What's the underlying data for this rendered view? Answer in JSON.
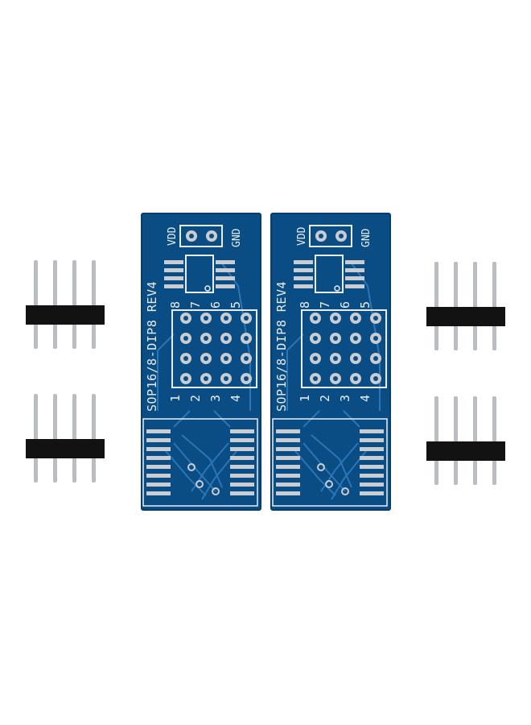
{
  "colors": {
    "background": "#ffffff",
    "pcb": "#0a4c84",
    "pcb_edge": "#083e6d",
    "trace": "#2a76b6",
    "silk": "#e9eef3",
    "pad": "#c9ccd0",
    "pin_metal": "#b9bcc0",
    "header_plastic": "#121212"
  },
  "boards": [
    {
      "label": "SOP16/8-DIP8 REV4",
      "vdd": "VDD",
      "gnd": "GND",
      "top_pins": [
        "8",
        "7",
        "6",
        "5"
      ],
      "bottom_pins": [
        "1",
        "2",
        "3",
        "4"
      ]
    },
    {
      "label": "SOP16/8-DIP8 REV4",
      "vdd": "VDD",
      "gnd": "GND",
      "top_pins": [
        "8",
        "7",
        "6",
        "5"
      ],
      "bottom_pins": [
        "1",
        "2",
        "3",
        "4"
      ]
    }
  ],
  "headers": [
    {
      "pins": 4
    },
    {
      "pins": 4
    },
    {
      "pins": 4
    },
    {
      "pins": 4
    }
  ]
}
